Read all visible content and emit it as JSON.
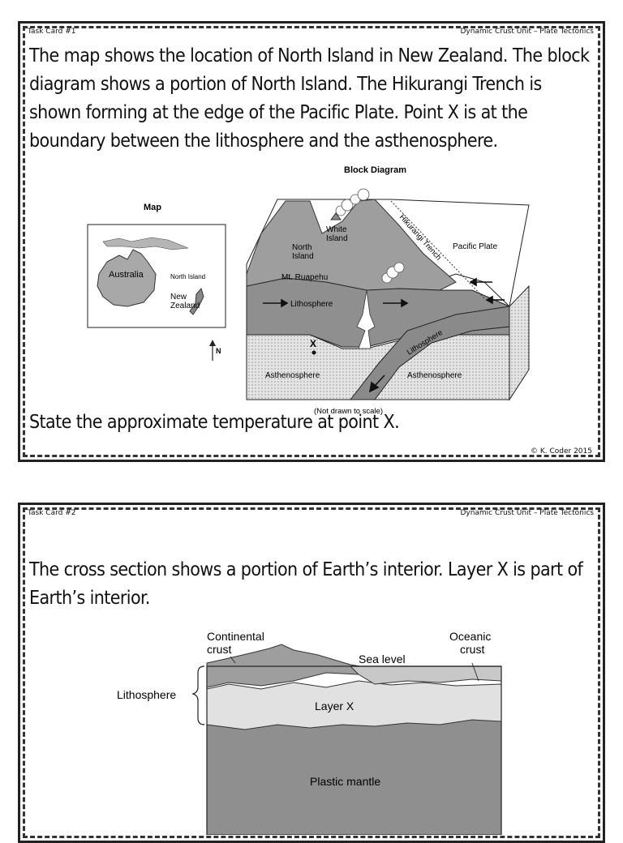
{
  "card1": {
    "label": "Task Card #1",
    "unit": "Dynamic Crust Unit – Plate Tectonics",
    "prompt": "The map shows the location of North Island in New Zealand. The block diagram shows a portion of North Island. The Hikurangi Trench is shown forming at the edge of the Pacific Plate. Point X is at the boundary between the lithosphere and the asthenosphere.",
    "question": "State the approximate temperature at point X.",
    "copyright": "© K. Coder 2015",
    "figure": {
      "map_title": "Map",
      "block_title": "Block Diagram",
      "australia": "Australia",
      "north_island_map": "North Island",
      "new_zealand_1": "New",
      "new_zealand_2": "Zealand",
      "north_arrow": "N",
      "white_island_1": "White",
      "white_island_2": "Island",
      "north_island_1": "North",
      "north_island_2": "Island",
      "mt_ruapehu": "Mt. Ruapehu",
      "trench": "Hikurangi Trench",
      "pacific_plate": "Pacific Plate",
      "lithosphere_left": "Lithosphere",
      "lithosphere_slab": "Lithosphere",
      "point_x": "X",
      "asthenosphere_left": "Asthenosphere",
      "asthenosphere_right": "Asthenosphere",
      "scale_note": "(Not drawn to scale)"
    }
  },
  "card2": {
    "label": "Task Card #2",
    "unit": "Dynamic Crust Unit – Plate Tectonics",
    "prompt": "The cross section shows a portion of Earth’s interior. Layer X is part of Earth’s interior.",
    "figure": {
      "continental_1": "Continental",
      "continental_2": "crust",
      "oceanic_1": "Oceanic",
      "oceanic_2": "crust",
      "sea_level": "Sea level",
      "lithosphere": "Lithosphere",
      "layer_x": "Layer X",
      "plastic_mantle": "Plastic mantle"
    }
  }
}
